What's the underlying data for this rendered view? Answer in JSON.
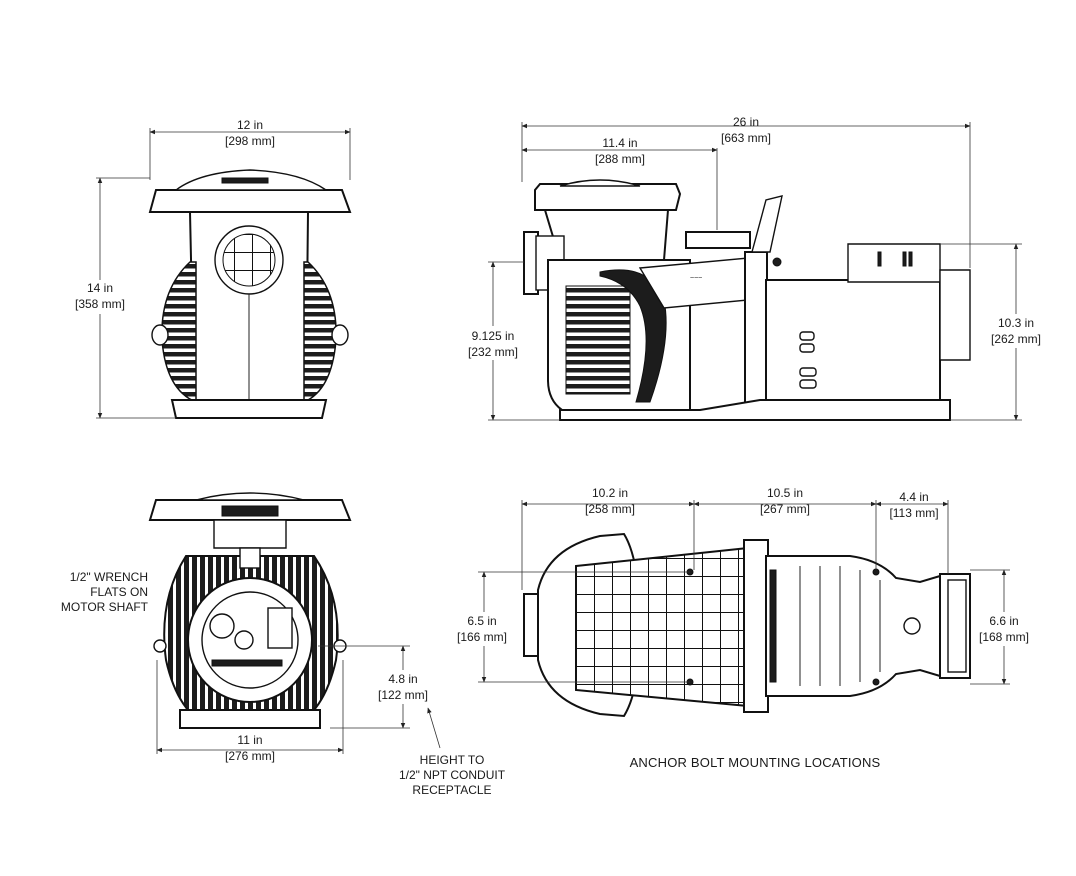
{
  "views": {
    "front": {
      "width": {
        "in": "12 in",
        "mm": "[298 mm]"
      },
      "height": {
        "in": "14 in",
        "mm": "[358 mm]"
      }
    },
    "side": {
      "length": {
        "in": "26 in",
        "mm": "[663 mm]"
      },
      "inlet_to_outlet": {
        "in": "11.4 in",
        "mm": "[288 mm]"
      },
      "inlet_height": {
        "in": "9.125 in",
        "mm": "[232 mm]"
      },
      "motor_height": {
        "in": "10.3 in",
        "mm": "[262 mm]"
      }
    },
    "rear": {
      "note_lines": [
        "1/2\" WRENCH",
        "FLATS ON",
        "MOTOR SHAFT"
      ],
      "base_width": {
        "in": "11 in",
        "mm": "[276 mm]"
      },
      "conduit_height": {
        "in": "4.8 in",
        "mm": "[122 mm]"
      },
      "conduit_note_lines": [
        "HEIGHT TO",
        "1/2\" NPT CONDUIT",
        "RECEPTACLE"
      ]
    },
    "bottom": {
      "bolt_spacing_1": {
        "in": "10.2 in",
        "mm": "[258 mm]"
      },
      "bolt_spacing_2": {
        "in": "10.5 in",
        "mm": "[267 mm]"
      },
      "end_offset": {
        "in": "4.4 in",
        "mm": "[113 mm]"
      },
      "left_width": {
        "in": "6.5 in",
        "mm": "[166 mm]"
      },
      "right_width": {
        "in": "6.6 in",
        "mm": "[168 mm]"
      },
      "caption": "ANCHOR BOLT MOUNTING LOCATIONS"
    }
  },
  "colors": {
    "line": "#222222",
    "fill_dark": "#1c1c1c",
    "background": "#ffffff"
  }
}
